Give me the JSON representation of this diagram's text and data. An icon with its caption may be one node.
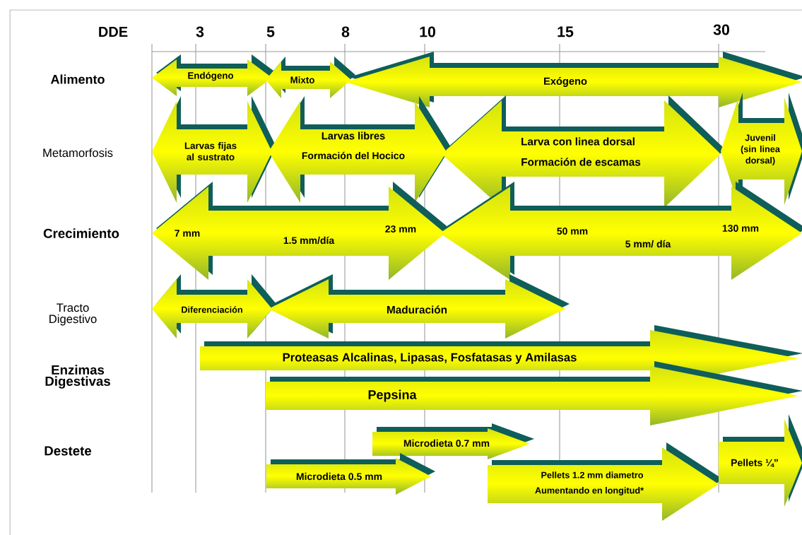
{
  "diagram": {
    "nodes": [
      {
        "text": [
          "Endógeno"
        ]
      },
      {
        "text": [
          "Mixto"
        ]
      },
      {
        "text": [
          "Exógeno"
        ]
      },
      {
        "text": [
          "Larvas fijas al sustrato"
        ]
      },
      {
        "text": [
          "Larvas libres",
          "Formación del Hocico"
        ]
      },
      {
        "text": [
          "Larva con linea dorsal",
          "Formación de escamas"
        ]
      },
      {
        "text": [
          "Juvenil (sin linea dorsal)"
        ]
      },
      {
        "text": [
          "7 mm",
          "1.5 mm/día",
          "23 mm"
        ]
      },
      {
        "text": [
          "50 mm",
          "5 mm/ día",
          "130 mm"
        ]
      },
      {
        "text": [
          "Diferenciación"
        ]
      },
      {
        "text": [
          "Maduración"
        ]
      },
      {
        "text": [
          "Proteasas Alcalinas, Lipasas, Fosfatasas y Amilasas"
        ]
      },
      {
        "text": [
          "Pepsina"
        ]
      },
      {
        "text": [
          "Microdieta 0.7 mm"
        ]
      },
      {
        "text": [
          "Microdieta 0.5 mm"
        ]
      },
      {
        "text": [
          "Pellets 1.2 mm diametro",
          "Aumentando en longitud*"
        ]
      },
      {
        "text": [
          "Pellets ¼”"
        ]
      }
    ],
    "labels": [
      "DDE",
      "3",
      "5",
      "8",
      "10",
      "15",
      "30",
      "Alimento",
      "Metamorfosis",
      "Crecimiento",
      "Tracto Digestivo",
      "Enzimas Digestivas",
      "Destete"
    ]
  }
}
